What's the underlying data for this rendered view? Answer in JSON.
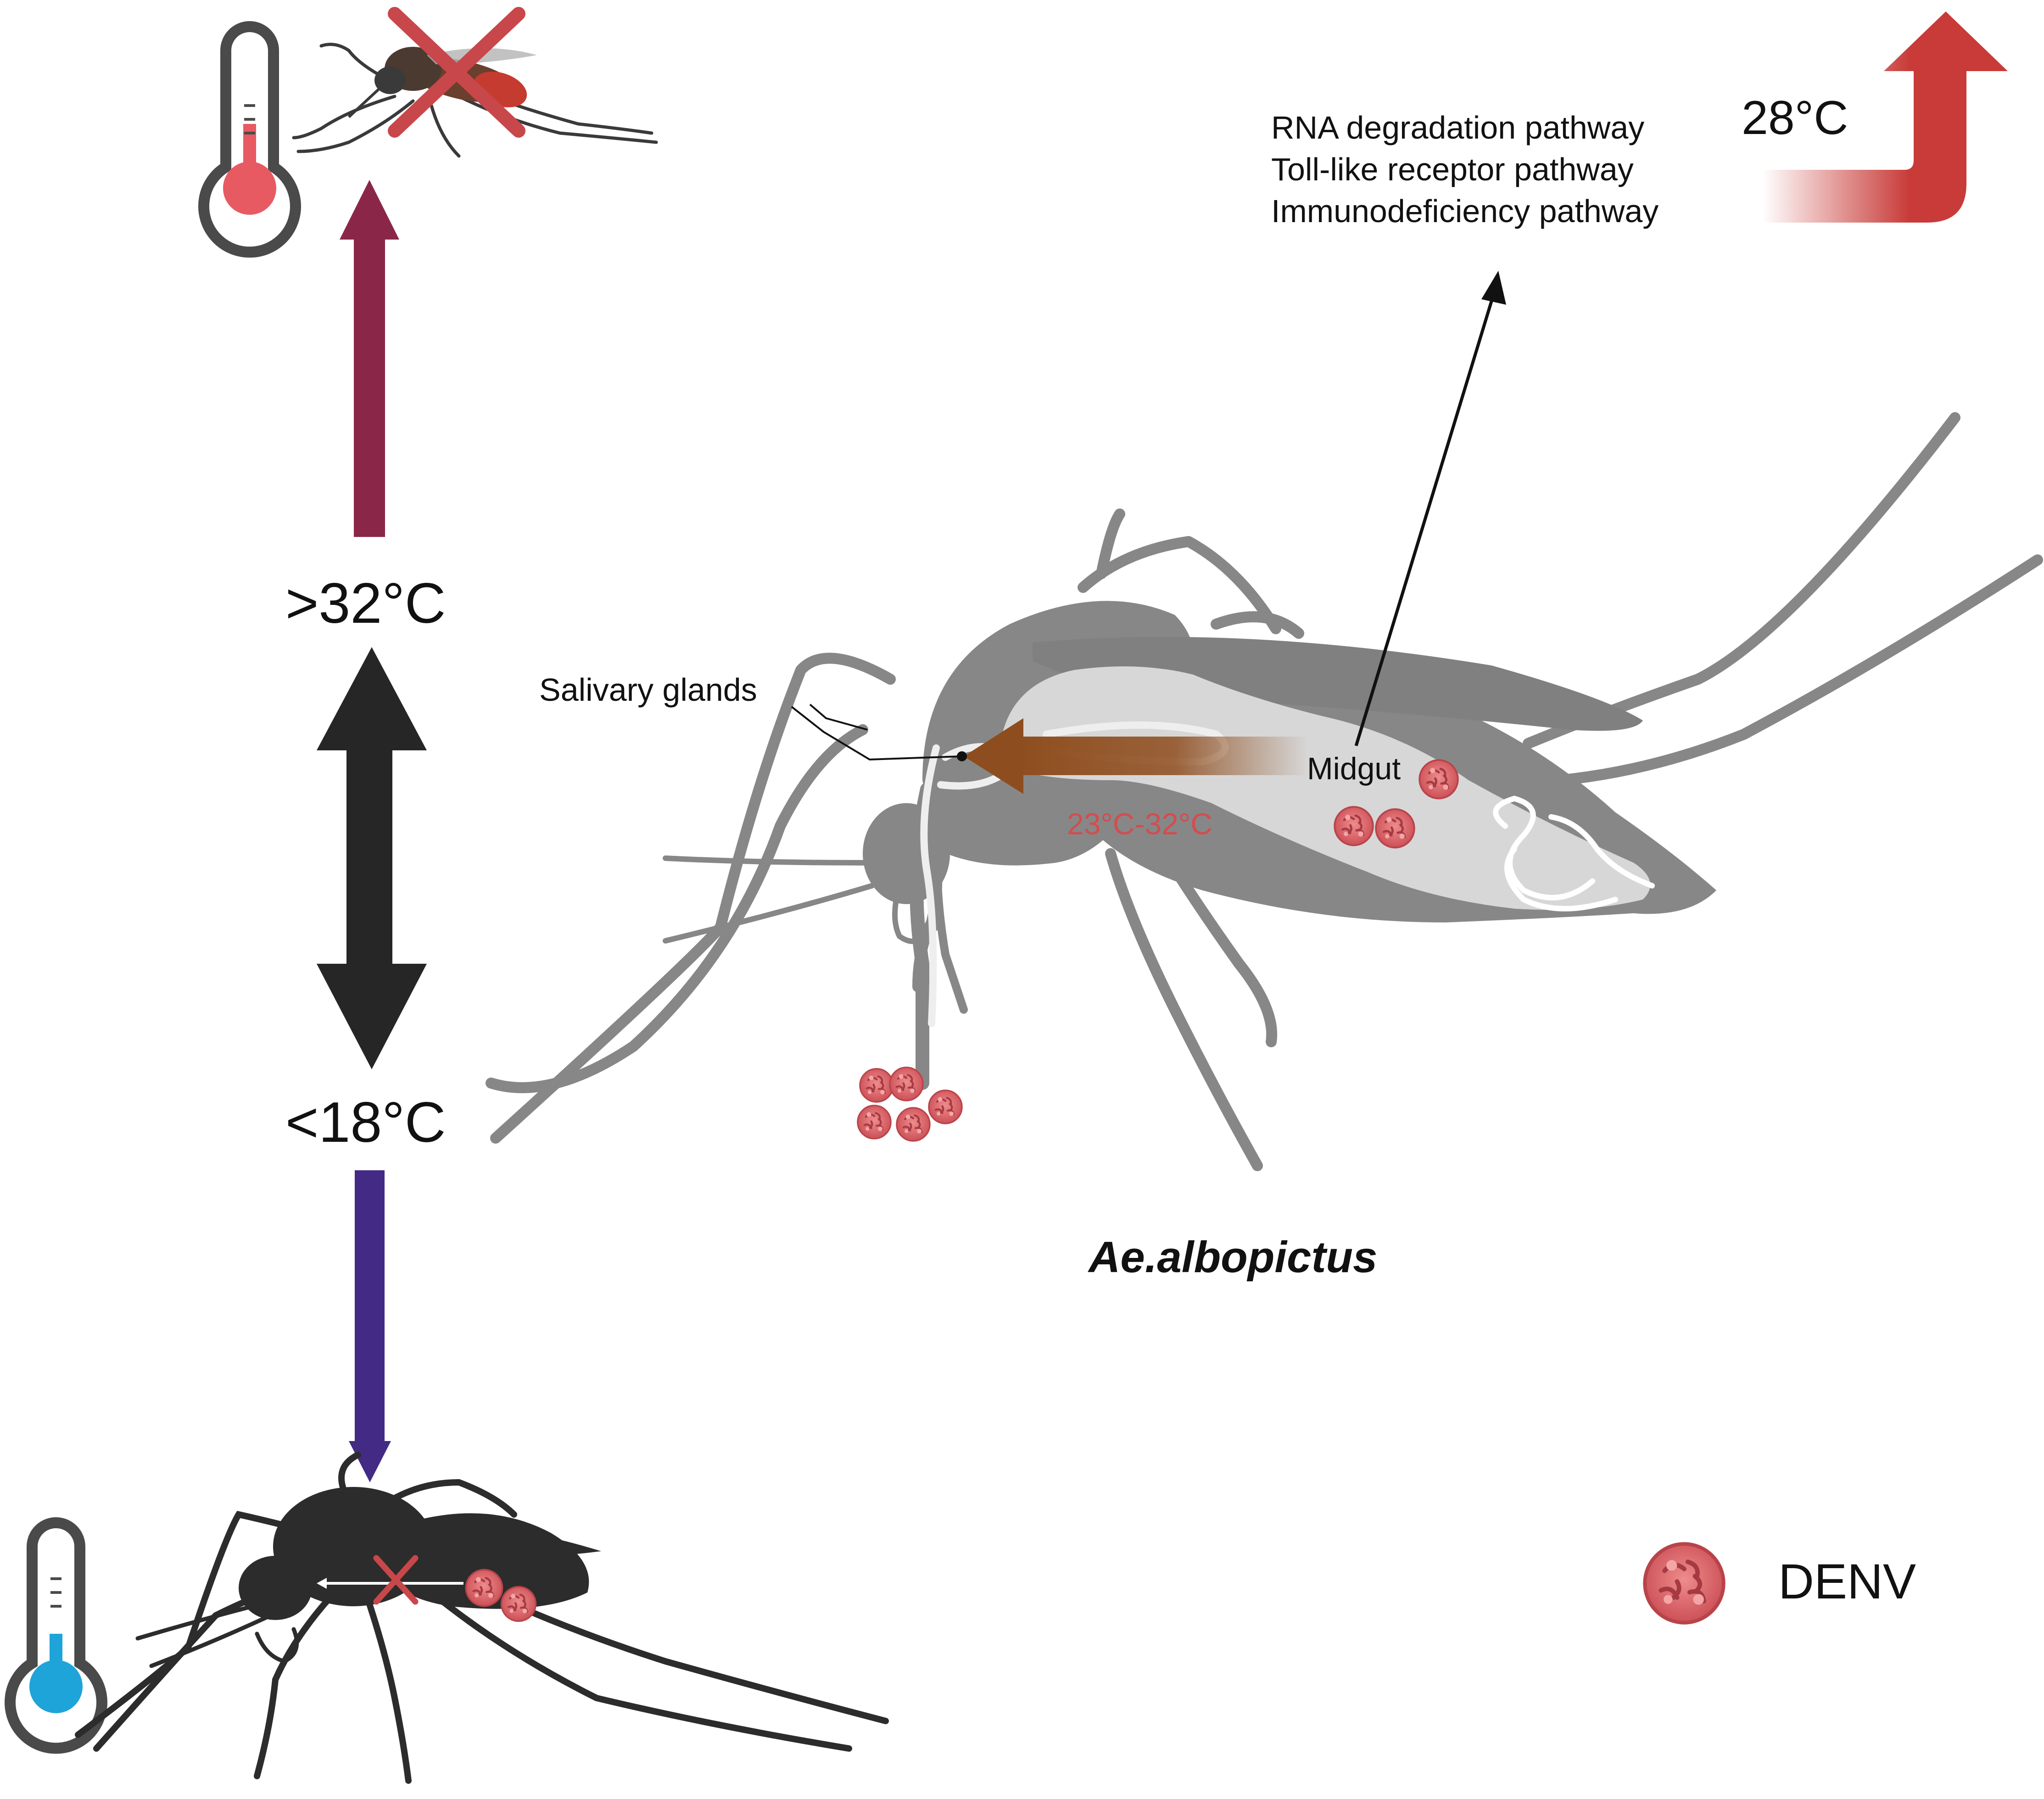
{
  "labels": {
    "above_32": ">32°C",
    "below_18": "<18°C",
    "temp_28": "28°C",
    "pathway_1": "RNA degradation pathway",
    "pathway_2": "Toll-like receptor pathway",
    "pathway_3": "Immunodeficiency pathway",
    "salivary_glands": "Salivary glands",
    "midgut": "Midgut",
    "temp_range": "23°C-32°C",
    "species": "Ae.albopictus",
    "legend_denv": "DENV"
  },
  "colors": {
    "hot_arrow": "#8a2748",
    "cold_arrow": "#432a84",
    "double_arrow": "#262626",
    "up_arrow": "#c83b38",
    "transport_arrow": "#8e4d1e",
    "mosquito_gray": "#878787",
    "mosquito_dark": "#2c2c2c",
    "virus_red": "#d65a5e",
    "temp_range_text": "#d24d50",
    "thermo_hot": "#e85a62",
    "thermo_cold": "#1ea4d8"
  },
  "icons": {
    "thermometer_hot": "thermometer-hot-icon",
    "thermometer_cold": "thermometer-cold-icon",
    "virus": "denv-virus-icon",
    "cross": "cross-icon"
  }
}
